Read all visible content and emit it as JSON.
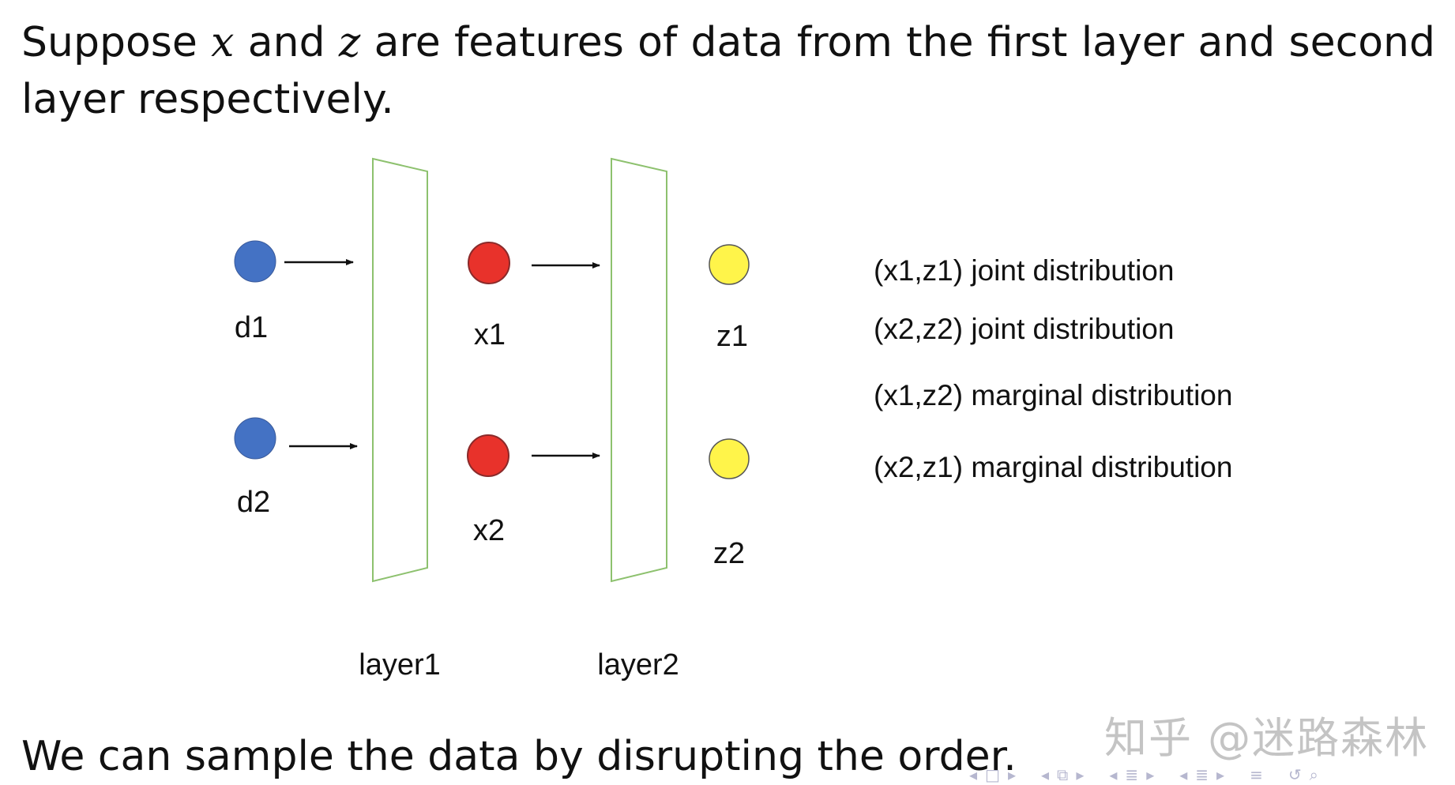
{
  "intro": {
    "part1": "Suppose ",
    "var_x": "x",
    "part2": " and ",
    "var_z": "z",
    "part3": " are features of data from the first layer and second layer respectively."
  },
  "diagram": {
    "inputs": [
      {
        "label": "d1",
        "color": "#4472C4"
      },
      {
        "label": "d2",
        "color": "#4472C4"
      }
    ],
    "hidden": [
      {
        "label": "x1",
        "color": "#E8322B"
      },
      {
        "label": "x2",
        "color": "#E8322B"
      }
    ],
    "outputs": [
      {
        "label": "z1",
        "color": "#FFF44A"
      },
      {
        "label": "z2",
        "color": "#FFF44A"
      }
    ],
    "layers": [
      {
        "label": "layer1",
        "color": "#8DC16E"
      },
      {
        "label": "layer2",
        "color": "#8DC16E"
      }
    ],
    "distributions": [
      "(x1,z1) joint distribution",
      "(x2,z2) joint distribution",
      "(x1,z2) marginal distribution",
      "(x2,z1) marginal distribution"
    ]
  },
  "outro": "We can sample the data by disrupting the order.",
  "watermark": "知乎 @迷路森林",
  "navbar": {
    "icons": [
      "arrow-left-icon",
      "frame-icon",
      "arrow-right-icon",
      "arrow-left-icon",
      "subsection-icon",
      "arrow-right-icon",
      "arrow-left-icon",
      "section-icon",
      "arrow-right-icon",
      "arrow-left-icon",
      "section-icon",
      "arrow-right-icon",
      "align-icon",
      "undo-icon",
      "search-icon"
    ]
  }
}
